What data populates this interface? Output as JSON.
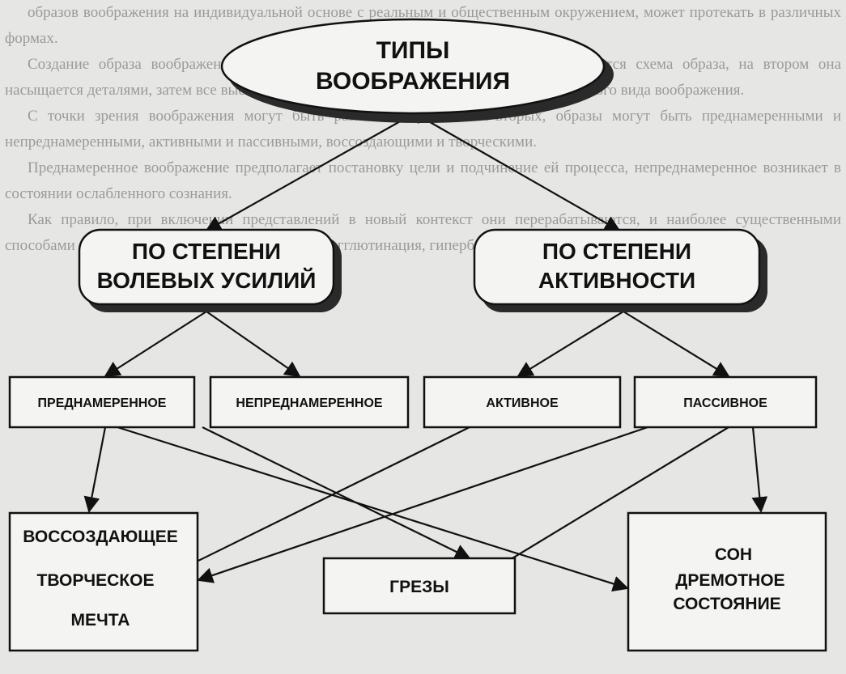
{
  "background_text": [
    "образов воображения на индивидуальной основе с реальным и общественным окружением, может протекать в различных формах.",
    "Создание образа воображения проходит несколько этапов. На первом проектируется схема образа, на втором она насыщается деталями, затем все выстраивается в целостный образ, характерный для данного вида воображения.",
    "С точки зрения воображения могут быть различные формы. Во-вторых, образы могут быть преднамеренными и непреднамеренными, активными и пассивными, воссоздающими и творческими.",
    "Преднамеренное воображение предполагает постановку цели и подчинение ей процесса, непреднамеренное возникает в состоянии ослабленного сознания.",
    "Как правило, при включении представлений в новый контекст они перерабатываются, и наиболее существенными способами переработки представлений являются агглютинация, гиперболизация и схематизация."
  ],
  "root": {
    "line1": "ТИПЫ",
    "line2": "ВООБРАЖЕНИЯ"
  },
  "level1": [
    {
      "line1": "ПО СТЕПЕНИ",
      "line2": "ВОЛЕВЫХ УСИЛИЙ"
    },
    {
      "line1": "ПО СТЕПЕНИ",
      "line2": "АКТИВНОСТИ"
    }
  ],
  "level2": [
    "ПРЕДНАМЕРЕННОЕ",
    "НЕПРЕДНАМЕРЕННОЕ",
    "АКТИВНОЕ",
    "ПАССИВНОЕ"
  ],
  "level3": {
    "left": [
      "ВОССОЗДАЮЩЕЕ",
      "ТВОРЧЕСКОЕ",
      "МЕЧТА"
    ],
    "middle": "ГРЕЗЫ",
    "right": [
      "СОН",
      "ДРЕМОТНОЕ",
      "СОСТОЯНИЕ"
    ]
  }
}
